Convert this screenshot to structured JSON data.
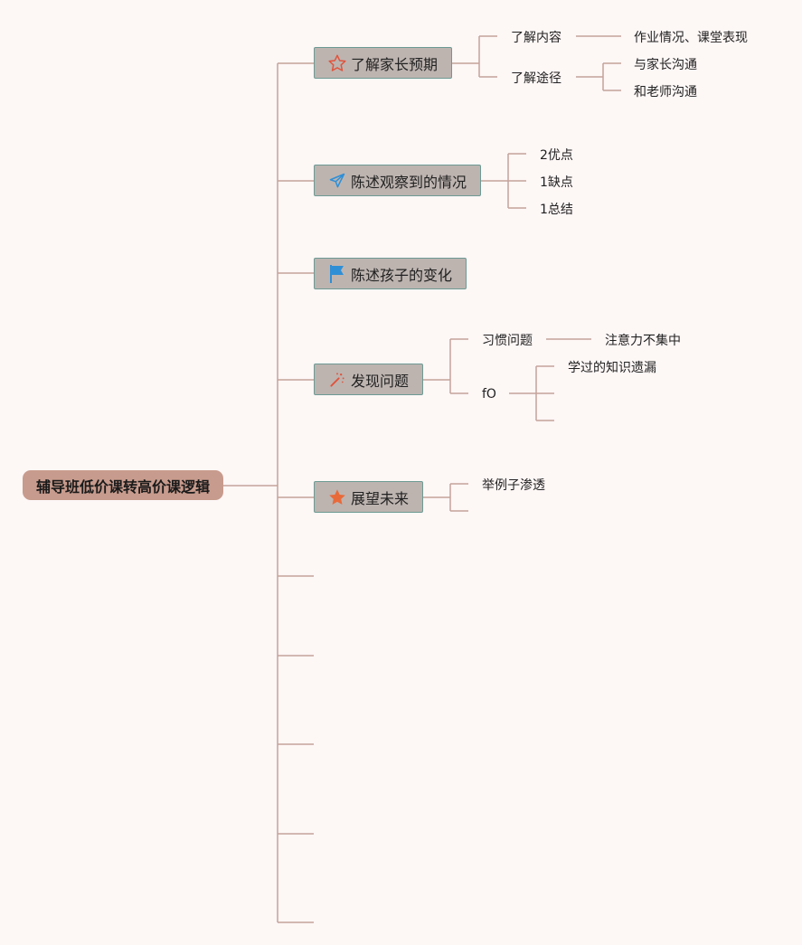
{
  "root": {
    "label": "辅导班低价课转高价课逻辑"
  },
  "branches": [
    {
      "label": "了解家长预期",
      "icon": "star-outline-icon",
      "children": [
        {
          "label": "了解内容",
          "children": [
            {
              "label": "作业情况、课堂表现"
            }
          ]
        },
        {
          "label": "了解途径",
          "children": [
            {
              "label": "与家长沟通"
            },
            {
              "label": "和老师沟通"
            }
          ]
        }
      ]
    },
    {
      "label": "陈述观察到的情况",
      "icon": "paper-plane-icon",
      "children": [
        {
          "label": "2优点"
        },
        {
          "label": "1缺点"
        },
        {
          "label": "1总结"
        }
      ]
    },
    {
      "label": "陈述孩子的变化",
      "icon": "flag-icon",
      "children": []
    },
    {
      "label": "发现问题",
      "icon": "magic-wand-icon",
      "children": [
        {
          "label": "习惯问题",
          "children": [
            {
              "label": "注意力不集中"
            }
          ]
        },
        {
          "label": "fO",
          "children": [
            {
              "label": "学过的知识遗漏"
            },
            {
              "label": ""
            }
          ]
        }
      ]
    },
    {
      "label": "展望未来",
      "icon": "star-filled-icon",
      "children": [
        {
          "label": "举例子渗透"
        },
        {
          "label": ""
        }
      ]
    }
  ],
  "colors": {
    "background": "#fdf7f6",
    "root_fill": "#c79b8d",
    "branch_fill": "#bdb4b0",
    "branch_border": "#6d9a93",
    "connector": "#c4a39a",
    "icon_red": "#e0533c",
    "icon_blue": "#2f8fd6",
    "icon_orange": "#e86a3a"
  }
}
